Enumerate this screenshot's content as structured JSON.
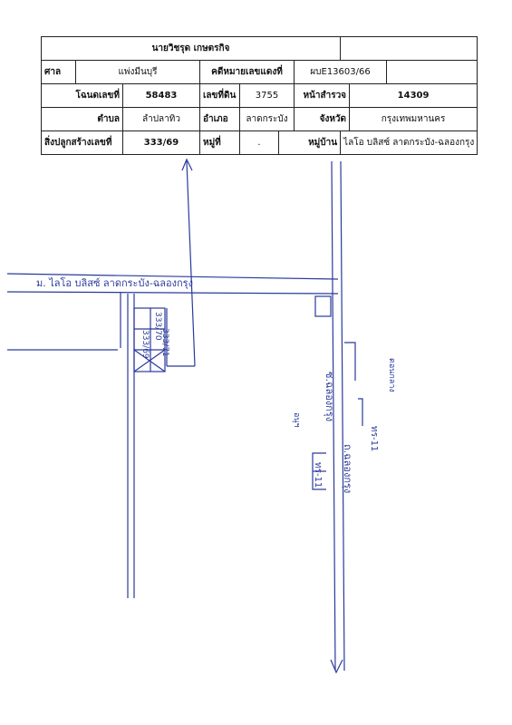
{
  "header": {
    "owner_name": "นายวิชรุด เกษตรกิจ"
  },
  "court": {
    "label": "ศาล",
    "value": "แพ่งมีนบุรี"
  },
  "case": {
    "label": "คดีหมายเลขแดงที่",
    "value": "ผบE13603/66"
  },
  "deed": {
    "label": "โฉนดเลขที่",
    "value": "58483"
  },
  "land": {
    "label": "เลขที่ดิน",
    "value": "3755"
  },
  "survey": {
    "label": "หน้าสำรวจ",
    "value": "14309"
  },
  "subdistrict": {
    "label": "ตำบล",
    "value": "ลำปลาทิว"
  },
  "district": {
    "label": "อำเภอ",
    "value": "ลาดกระบัง"
  },
  "province": {
    "label": "จังหวัด",
    "value": "กรุงเทพมหานคร"
  },
  "building": {
    "label": "สิ่งปลูกสร้างเลขที่",
    "value": "333/69"
  },
  "moo": {
    "label": "หมู่ที่",
    "value": "."
  },
  "village": {
    "label": "หมู่บ้าน",
    "value": "ไลโอ บลิสซ์ ลาดกระบัง-ฉลองกรุง"
  },
  "map": {
    "road_horizontal": "ม. ไลโอ บลิสซ์ ลาดกระบัง-ฉลองกรุง",
    "road_vertical": "ถ.ฉลองกรุง",
    "soi_label": "ซ.ฉลองกรุง",
    "house_numbers": [
      "333/69",
      "333/70",
      "333/71"
    ],
    "mark_left": "ทร-11",
    "mark_right": "ทร-11",
    "note_top": "ดอนกลาง",
    "note_left": "อนุฯ"
  }
}
